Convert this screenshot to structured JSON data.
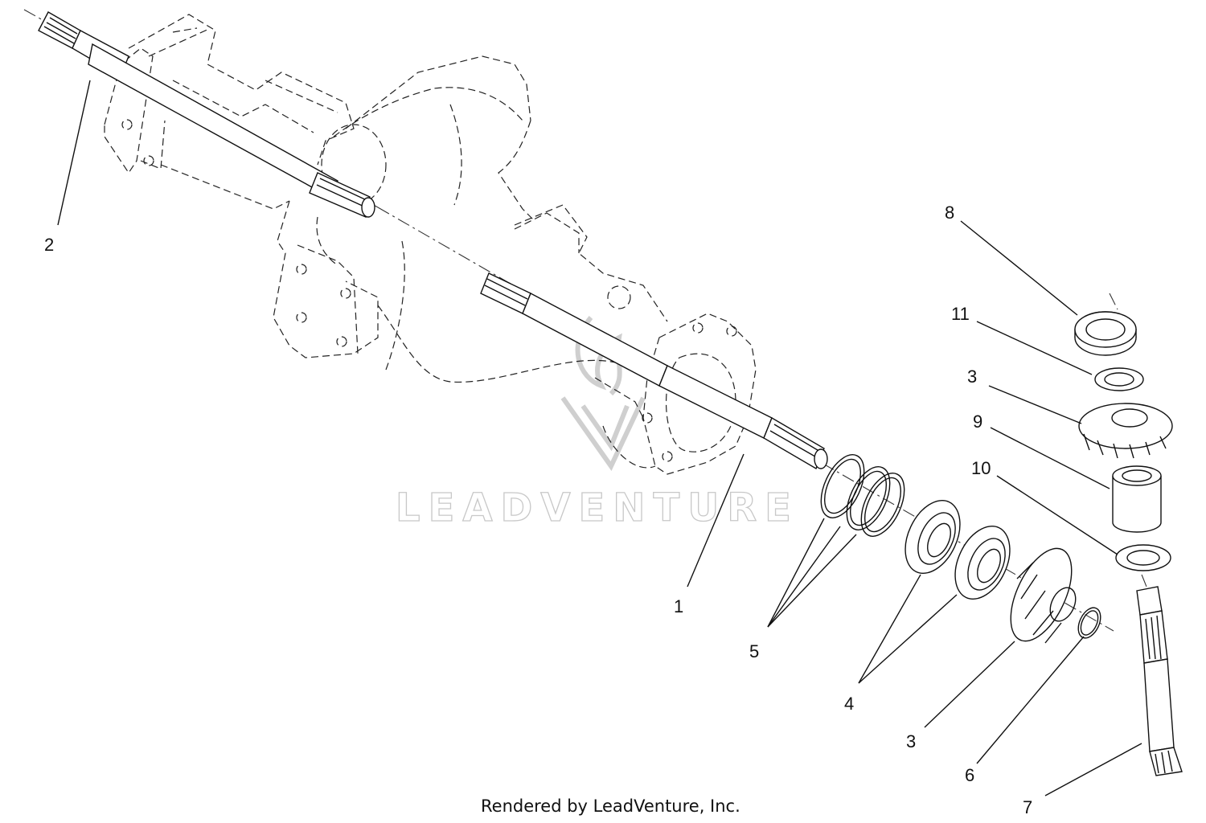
{
  "callouts": [
    {
      "id": "c1",
      "label": "1"
    },
    {
      "id": "c2",
      "label": "2"
    },
    {
      "id": "c3a",
      "label": "3"
    },
    {
      "id": "c3b",
      "label": "3"
    },
    {
      "id": "c4",
      "label": "4"
    },
    {
      "id": "c5",
      "label": "5"
    },
    {
      "id": "c6",
      "label": "6"
    },
    {
      "id": "c7",
      "label": "7"
    },
    {
      "id": "c8",
      "label": "8"
    },
    {
      "id": "c9",
      "label": "9"
    },
    {
      "id": "c10",
      "label": "10"
    },
    {
      "id": "c11",
      "label": "11"
    }
  ],
  "watermark": {
    "text": "LEADVENTURE"
  },
  "footer": {
    "text": "Rendered by LeadVenture, Inc."
  },
  "colors": {
    "ink": "#111111",
    "watermark": "#c8c8c8",
    "background": "#ffffff"
  }
}
